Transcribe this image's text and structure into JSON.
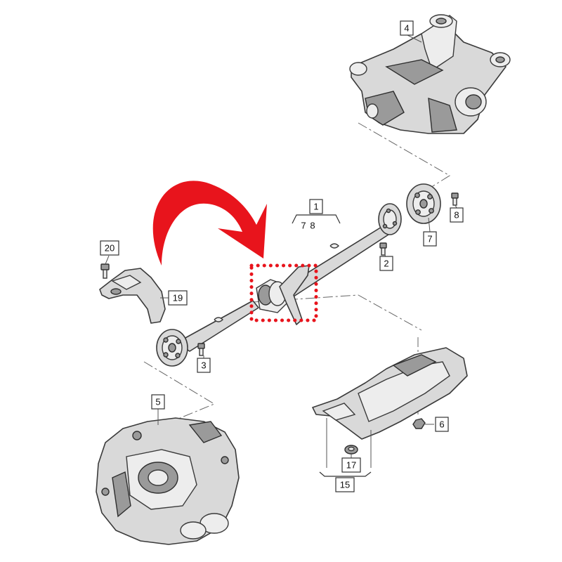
{
  "callouts": {
    "c1": "1",
    "c2": "2",
    "c3": "3",
    "c4": "4",
    "c5": "5",
    "c6": "6",
    "c7": "7",
    "c8": "8",
    "c15": "15",
    "c17": "17",
    "c19": "19",
    "c20": "20",
    "c7_group": "7",
    "c8_group": "8"
  },
  "colors": {
    "arrow": "#e8141c",
    "highlight": "#e8141c",
    "part_fill": "#d9d9d9",
    "outline": "#3a3a3a"
  }
}
